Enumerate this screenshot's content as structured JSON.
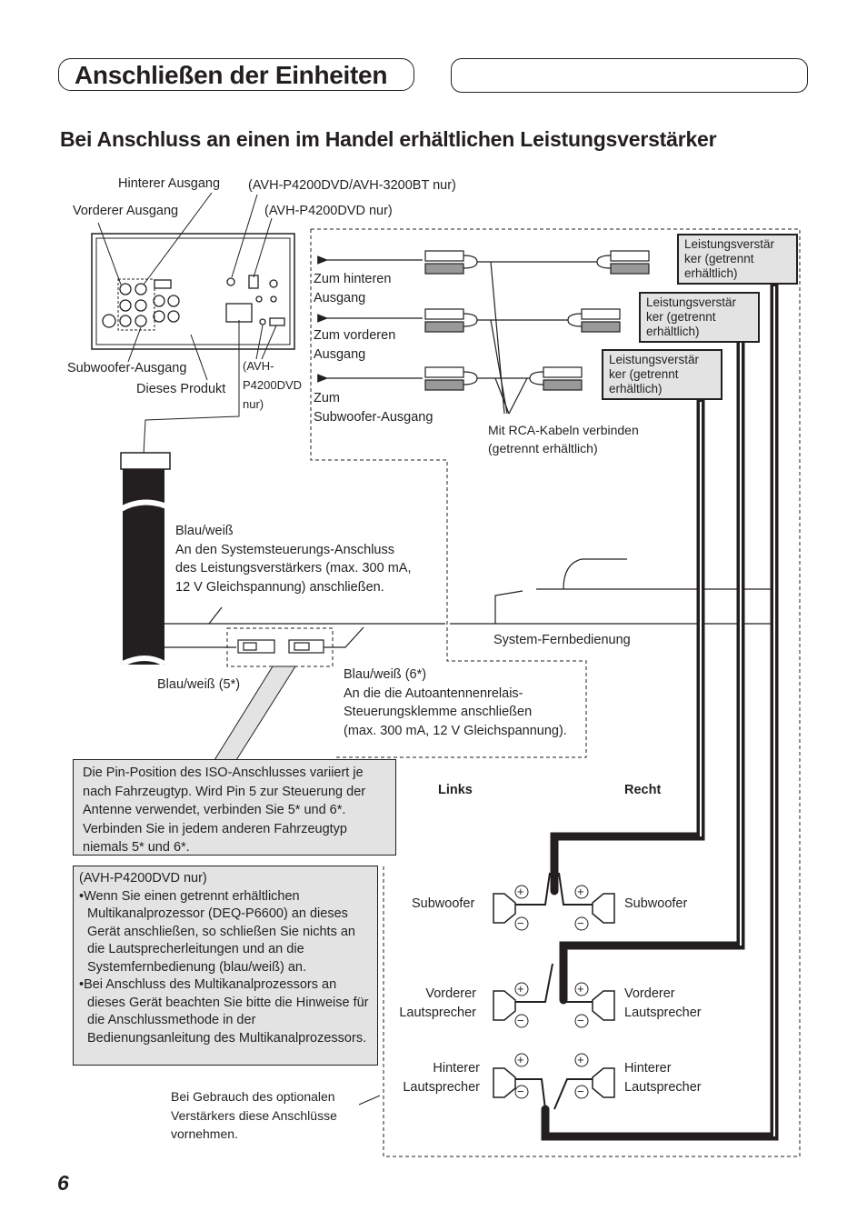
{
  "header": {
    "title": "Anschließen der Einheiten",
    "subtitle": "Bei Anschluss an einen im Handel erhältlichen Leistungsverstärker"
  },
  "labels": {
    "rear_output": "Hinterer Ausgang",
    "front_output": "Vorderer Ausgang",
    "model_note_1": "(AVH-P4200DVD/AVH-3200BT nur)",
    "model_note_2": "(AVH-P4200DVD nur)",
    "subwoofer_output": "Subwoofer-Ausgang",
    "this_product": "Dieses Produkt",
    "model_note_3": [
      "(AVH-",
      "P4200DVD",
      "nur)"
    ],
    "to_rear_output": [
      "Zum hinteren",
      "Ausgang"
    ],
    "to_front_output": [
      "Zum vorderen",
      "Ausgang"
    ],
    "to_subwoofer_output": [
      "Zum",
      "Subwoofer-Ausgang"
    ],
    "rca_cables": [
      "Mit RCA-Kabeln verbinden",
      "(getrennt erhältlich)"
    ],
    "amplifier": [
      "Leistungsverstär",
      "ker (getrennt",
      "erhältlich)"
    ],
    "blue_white_note": [
      "Blau/weiß",
      "An den Systemsteuerungs-Anschluss",
      "des Leistungsverstärkers (max. 300 mA,",
      "12 V Gleichspannung) anschließen."
    ],
    "system_remote": "System-Fernbedienung",
    "blue_white_5": "Blau/weiß (5*)",
    "blue_white_6_note": [
      "Blau/weiß (6*)",
      "An die die Autoantennenrelais-",
      "Steuerungsklemme anschließen",
      "(max. 300 mA, 12 V Gleichspannung)."
    ],
    "left": "Links",
    "right": "Recht",
    "subwoofer": "Subwoofer",
    "front_speaker": [
      "Vorderer",
      "Lautsprecher"
    ],
    "rear_speaker": [
      "Hinterer",
      "Lautsprecher"
    ],
    "optional_amp_note": [
      "Bei Gebrauch des optionalen",
      "Verstärkers diese Anschlüsse",
      "vornehmen."
    ],
    "plus": "+",
    "minus": "−"
  },
  "notes": {
    "iso_pin": [
      "Die Pin-Position des ISO-Anschlusses variiert je",
      "nach Fahrzeugtyp. Wird Pin 5 zur Steuerung der",
      "Antenne verwendet, verbinden Sie 5* und 6*.",
      "Verbinden Sie in jedem anderen Fahrzeugtyp",
      "niemals 5* und 6*."
    ],
    "multichannel_header": "(AVH-P4200DVD nur)",
    "multichannel_bullet_1": "•Wenn Sie einen getrennt erhältlichen Multikanalprozessor (DEQ-P6600) an dieses Gerät anschließen, so schließen Sie nichts an die Lautsprecherleitungen und an die Systemfernbedienung (blau/weiß) an.",
    "multichannel_bullet_2": "•Bei Anschluss des Multikanalprozessors an dieses Gerät beachten Sie bitte die Hinweise für die Anschlussmethode in der Bedienungsanleitung des Multikanalprozessors."
  },
  "page_number": "6",
  "colors": {
    "ink": "#231f20",
    "note_bg": "#e3e3e3"
  }
}
